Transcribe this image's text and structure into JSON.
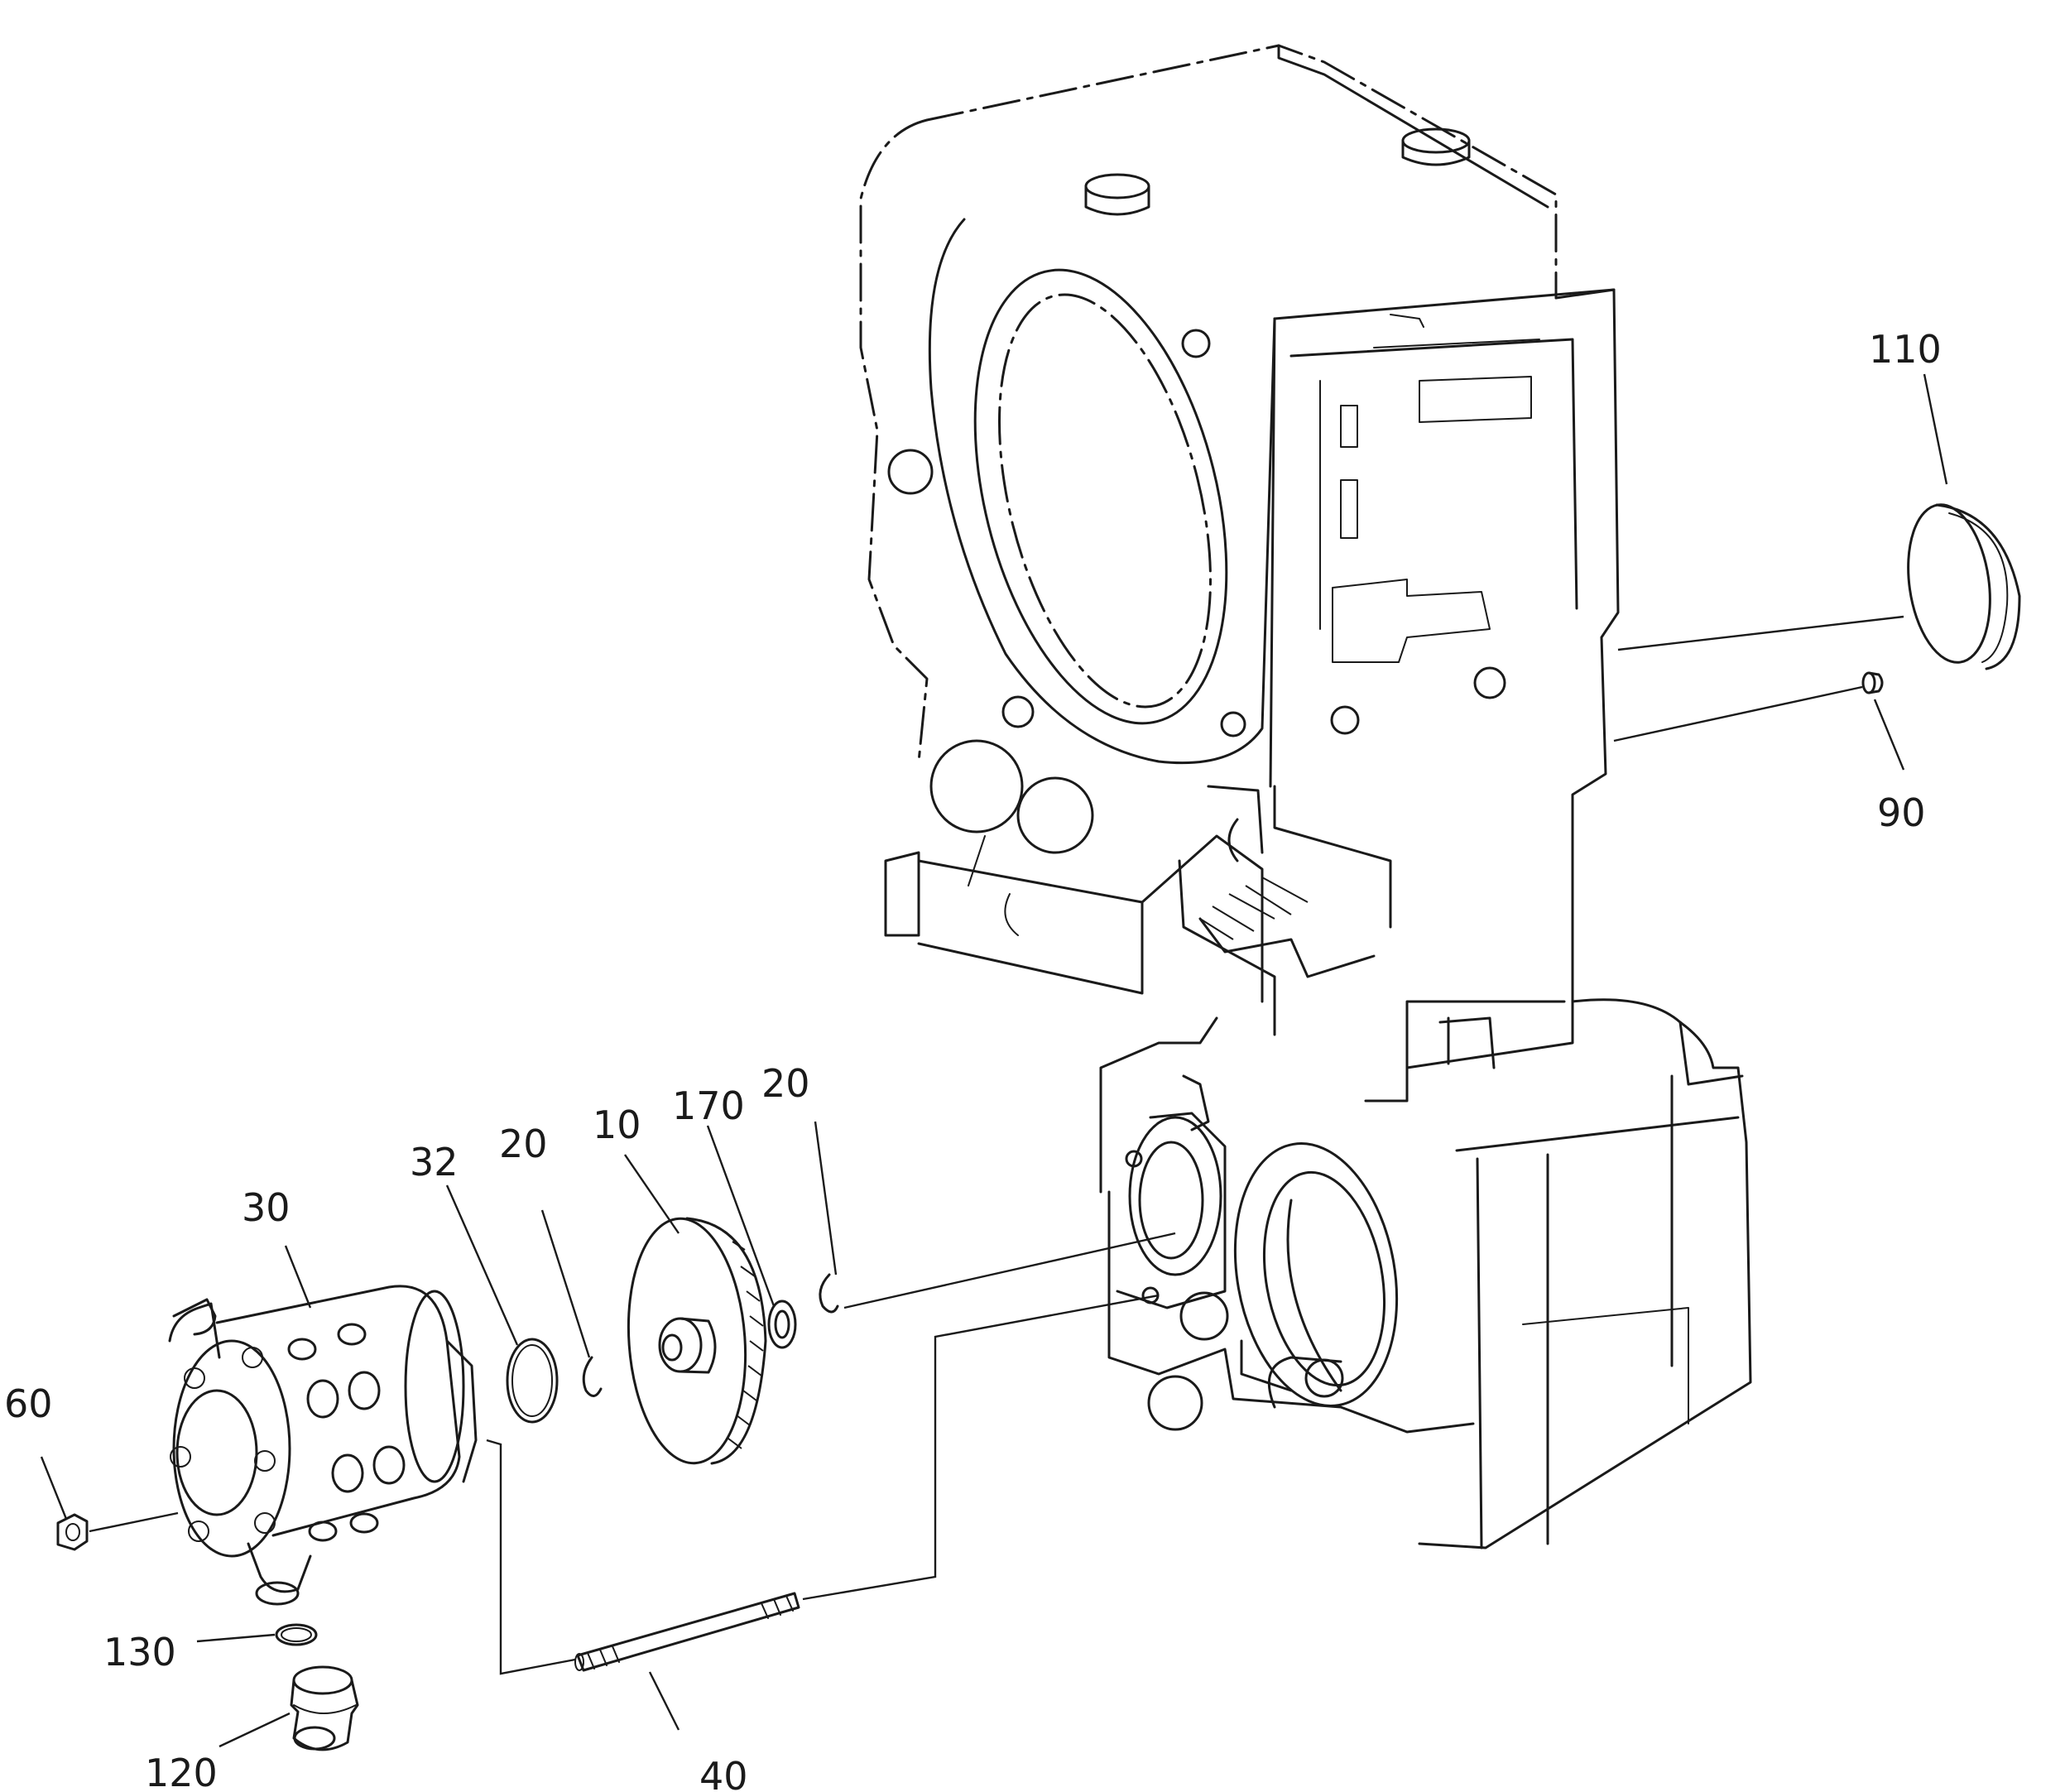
{
  "callouts": {
    "c110": "110",
    "c90": "90",
    "c170": "170",
    "c20a": "20",
    "c20b": "20",
    "c10": "10",
    "c32": "32",
    "c30": "30",
    "c60": "60",
    "c130": "130",
    "c120": "120",
    "c40": "40"
  }
}
